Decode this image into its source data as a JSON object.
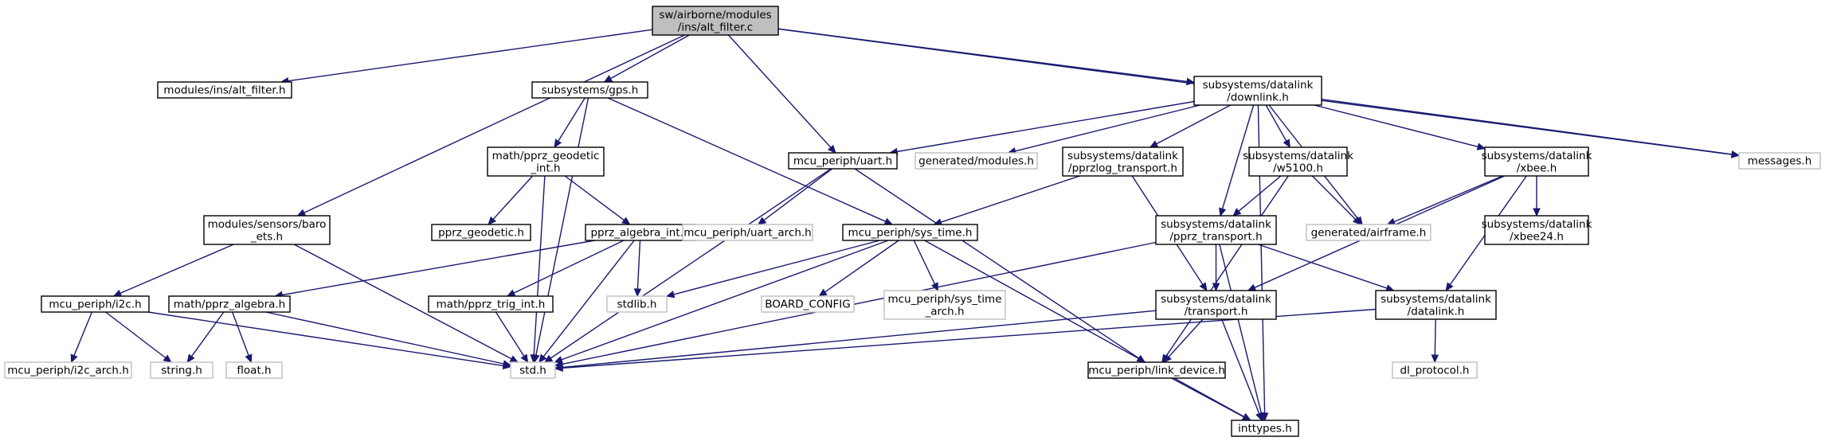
{
  "diagram": {
    "colors": {
      "edge": "#191970",
      "root_fill": "#bfbfbf",
      "local_border": "#000000",
      "external_border": "#bfbfbf",
      "background": "#ffffff"
    },
    "nodes": [
      {
        "id": "alt_filter_c",
        "lines": [
          "sw/airborne/modules",
          "/ins/alt_filter.c"
        ],
        "kind": "root"
      },
      {
        "id": "alt_filter_h",
        "lines": [
          "modules/ins/alt_filter.h"
        ],
        "kind": "local"
      },
      {
        "id": "gps_h",
        "lines": [
          "subsystems/gps.h"
        ],
        "kind": "local"
      },
      {
        "id": "downlink_h",
        "lines": [
          "subsystems/datalink",
          "/downlink.h"
        ],
        "kind": "local"
      },
      {
        "id": "messages_h",
        "lines": [
          "messages.h"
        ],
        "kind": "external"
      },
      {
        "id": "baro_ets_h",
        "lines": [
          "modules/sensors/baro",
          "_ets.h"
        ],
        "kind": "local"
      },
      {
        "id": "pprz_geodetic_int_h",
        "lines": [
          "math/pprz_geodetic",
          "_int.h"
        ],
        "kind": "local"
      },
      {
        "id": "uart_h",
        "lines": [
          "mcu_periph/uart.h"
        ],
        "kind": "local"
      },
      {
        "id": "gen_modules_h",
        "lines": [
          "generated/modules.h"
        ],
        "kind": "external"
      },
      {
        "id": "pprzlog_transport_h",
        "lines": [
          "subsystems/datalink",
          "/pprzlog_transport.h"
        ],
        "kind": "local"
      },
      {
        "id": "w5100_h",
        "lines": [
          "subsystems/datalink",
          "/w5100.h"
        ],
        "kind": "local"
      },
      {
        "id": "xbee_h",
        "lines": [
          "subsystems/datalink",
          "/xbee.h"
        ],
        "kind": "local"
      },
      {
        "id": "pprz_geodetic_h",
        "lines": [
          "pprz_geodetic.h"
        ],
        "kind": "local"
      },
      {
        "id": "pprz_algebra_int_h",
        "lines": [
          "pprz_algebra_int.h"
        ],
        "kind": "local"
      },
      {
        "id": "uart_arch_h",
        "lines": [
          "mcu_periph/uart_arch.h"
        ],
        "kind": "external"
      },
      {
        "id": "sys_time_h",
        "lines": [
          "mcu_periph/sys_time.h"
        ],
        "kind": "local"
      },
      {
        "id": "pprz_transport_h",
        "lines": [
          "subsystems/datalink",
          "/pprz_transport.h"
        ],
        "kind": "local"
      },
      {
        "id": "gen_airframe_h",
        "lines": [
          "generated/airframe.h"
        ],
        "kind": "external"
      },
      {
        "id": "xbee24_h",
        "lines": [
          "subsystems/datalink",
          "/xbee24.h"
        ],
        "kind": "local"
      },
      {
        "id": "i2c_h",
        "lines": [
          "mcu_periph/i2c.h"
        ],
        "kind": "local"
      },
      {
        "id": "pprz_algebra_h",
        "lines": [
          "math/pprz_algebra.h"
        ],
        "kind": "local"
      },
      {
        "id": "pprz_trig_int_h",
        "lines": [
          "math/pprz_trig_int.h"
        ],
        "kind": "local"
      },
      {
        "id": "stdlib_h",
        "lines": [
          "stdlib.h"
        ],
        "kind": "external"
      },
      {
        "id": "board_config",
        "lines": [
          "BOARD_CONFIG"
        ],
        "kind": "external"
      },
      {
        "id": "sys_time_arch_h",
        "lines": [
          "mcu_periph/sys_time",
          "_arch.h"
        ],
        "kind": "external"
      },
      {
        "id": "transport_h",
        "lines": [
          "subsystems/datalink",
          "/transport.h"
        ],
        "kind": "local"
      },
      {
        "id": "datalink_h",
        "lines": [
          "subsystems/datalink",
          "/datalink.h"
        ],
        "kind": "local"
      },
      {
        "id": "i2c_arch_h",
        "lines": [
          "mcu_periph/i2c_arch.h"
        ],
        "kind": "external"
      },
      {
        "id": "string_h",
        "lines": [
          "string.h"
        ],
        "kind": "external"
      },
      {
        "id": "float_h",
        "lines": [
          "float.h"
        ],
        "kind": "external"
      },
      {
        "id": "std_h",
        "lines": [
          "std.h"
        ],
        "kind": "external"
      },
      {
        "id": "link_device_h",
        "lines": [
          "mcu_periph/link_device.h"
        ],
        "kind": "local"
      },
      {
        "id": "dl_protocol_h",
        "lines": [
          "dl_protocol.h"
        ],
        "kind": "external"
      },
      {
        "id": "inttypes_h",
        "lines": [
          "inttypes.h"
        ],
        "kind": "local"
      }
    ],
    "edges": [
      {
        "from": "alt_filter_c",
        "to": "alt_filter_h"
      },
      {
        "from": "alt_filter_c",
        "to": "baro_ets_h"
      },
      {
        "from": "alt_filter_c",
        "to": "gps_h"
      },
      {
        "from": "alt_filter_c",
        "to": "uart_h"
      },
      {
        "from": "alt_filter_c",
        "to": "downlink_h"
      },
      {
        "from": "alt_filter_c",
        "to": "messages_h"
      },
      {
        "from": "gps_h",
        "to": "pprz_geodetic_int_h"
      },
      {
        "from": "gps_h",
        "to": "std_h"
      },
      {
        "from": "gps_h",
        "to": "sys_time_h"
      },
      {
        "from": "pprz_geodetic_int_h",
        "to": "pprz_geodetic_h"
      },
      {
        "from": "pprz_geodetic_int_h",
        "to": "pprz_algebra_int_h"
      },
      {
        "from": "pprz_geodetic_int_h",
        "to": "std_h"
      },
      {
        "from": "pprz_algebra_int_h",
        "to": "pprz_algebra_h"
      },
      {
        "from": "pprz_algebra_int_h",
        "to": "pprz_trig_int_h"
      },
      {
        "from": "pprz_algebra_int_h",
        "to": "std_h"
      },
      {
        "from": "pprz_algebra_int_h",
        "to": "stdlib_h"
      },
      {
        "from": "pprz_algebra_h",
        "to": "string_h"
      },
      {
        "from": "pprz_algebra_h",
        "to": "float_h"
      },
      {
        "from": "pprz_algebra_h",
        "to": "std_h"
      },
      {
        "from": "pprz_trig_int_h",
        "to": "std_h"
      },
      {
        "from": "baro_ets_h",
        "to": "i2c_h"
      },
      {
        "from": "baro_ets_h",
        "to": "std_h"
      },
      {
        "from": "i2c_h",
        "to": "i2c_arch_h"
      },
      {
        "from": "i2c_h",
        "to": "string_h"
      },
      {
        "from": "i2c_h",
        "to": "std_h"
      },
      {
        "from": "uart_h",
        "to": "uart_arch_h"
      },
      {
        "from": "uart_h",
        "to": "std_h"
      },
      {
        "from": "uart_h",
        "to": "link_device_h"
      },
      {
        "from": "sys_time_h",
        "to": "stdlib_h"
      },
      {
        "from": "sys_time_h",
        "to": "std_h"
      },
      {
        "from": "sys_time_h",
        "to": "board_config"
      },
      {
        "from": "sys_time_h",
        "to": "sys_time_arch_h"
      },
      {
        "from": "sys_time_h",
        "to": "inttypes_h"
      },
      {
        "from": "downlink_h",
        "to": "uart_h"
      },
      {
        "from": "downlink_h",
        "to": "gen_modules_h"
      },
      {
        "from": "downlink_h",
        "to": "pprzlog_transport_h"
      },
      {
        "from": "downlink_h",
        "to": "pprz_transport_h"
      },
      {
        "from": "downlink_h",
        "to": "w5100_h"
      },
      {
        "from": "downlink_h",
        "to": "gen_airframe_h"
      },
      {
        "from": "downlink_h",
        "to": "xbee_h"
      },
      {
        "from": "downlink_h",
        "to": "messages_h"
      },
      {
        "from": "downlink_h",
        "to": "inttypes_h"
      },
      {
        "from": "pprzlog_transport_h",
        "to": "sys_time_h"
      },
      {
        "from": "pprzlog_transport_h",
        "to": "transport_h"
      },
      {
        "from": "w5100_h",
        "to": "pprz_transport_h"
      },
      {
        "from": "w5100_h",
        "to": "gen_airframe_h"
      },
      {
        "from": "w5100_h",
        "to": "link_device_h"
      },
      {
        "from": "xbee_h",
        "to": "gen_airframe_h"
      },
      {
        "from": "xbee_h",
        "to": "xbee24_h"
      },
      {
        "from": "xbee_h",
        "to": "transport_h"
      },
      {
        "from": "xbee_h",
        "to": "datalink_h"
      },
      {
        "from": "pprz_transport_h",
        "to": "transport_h"
      },
      {
        "from": "pprz_transport_h",
        "to": "datalink_h"
      },
      {
        "from": "pprz_transport_h",
        "to": "std_h"
      },
      {
        "from": "pprz_transport_h",
        "to": "inttypes_h"
      },
      {
        "from": "transport_h",
        "to": "std_h"
      },
      {
        "from": "transport_h",
        "to": "link_device_h"
      },
      {
        "from": "transport_h",
        "to": "inttypes_h"
      },
      {
        "from": "datalink_h",
        "to": "std_h"
      },
      {
        "from": "datalink_h",
        "to": "dl_protocol_h"
      },
      {
        "from": "link_device_h",
        "to": "inttypes_h"
      }
    ]
  }
}
